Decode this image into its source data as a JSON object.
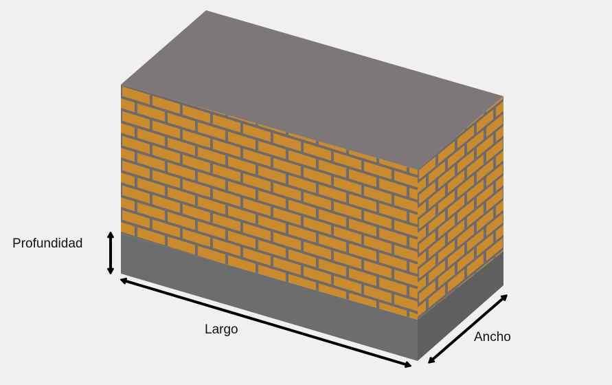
{
  "labels": {
    "profundidad": "Profundidad",
    "largo": "Largo",
    "ancho": "Ancho"
  },
  "colors": {
    "background": "#f0f0f0",
    "top_face": "#7d7778",
    "brick": "#c98b2e",
    "mortar": "#6f6a69",
    "foundation_front": "#6d6d6d",
    "foundation_side": "#5f5f5f",
    "arrow": "#000000"
  }
}
